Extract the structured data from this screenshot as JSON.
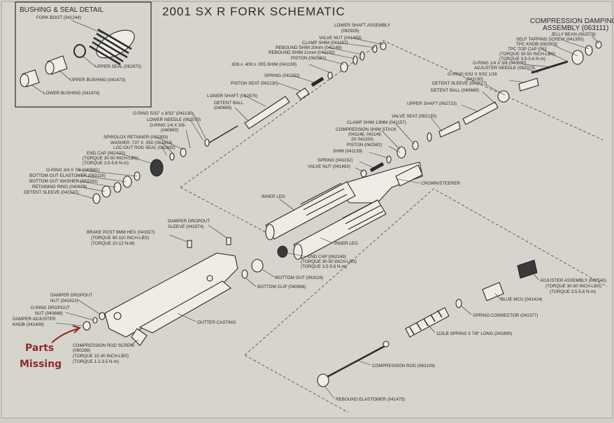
{
  "title": "2001 SX R FORK SCHEMATIC",
  "detail_box_title": "BUSHING & SEAL DETAIL",
  "detail_labels": {
    "fork_boot": "FORK BOOT (041244)",
    "upper_seal": "UPPER SEAL (062972)",
    "upper_bushing": "UPPER BUSHING (041473)",
    "lower_bushing": "LOWER BUSHING (041474)"
  },
  "lower_shaft_assembly": [
    "LOWER SHAFT ASSEMBLY",
    "(062929)"
  ],
  "compression_damping_assembly": [
    "COMPRESSION DAMPING",
    "ASSEMBLY (063111)"
  ],
  "labels": {
    "valve_nut_top": "VALVE NUT (041483)",
    "clamp_shim_top": "CLAMP SHIM (041157)",
    "rebound_shim_20": "REBOUND SHIM 20mm (041149)",
    "rebound_shim_21": "REBOUND SHIM 21mm (041150)",
    "piston_top": "PISTON (062582)",
    "shim_826": ".826 x .409 x .005 SHIM (041139)",
    "spring_top": "SPRING (041152)",
    "piston_seat": "PISTON SEAT (062130)",
    "lower_shaft": "LOWER SHAFT (062970)",
    "detent_ball_top": [
      "DETENT BALL",
      "(040689)"
    ],
    "oring_532": "O-RING 5/32\" x 9/32\" (041130)",
    "lower_needle": "LOWER NEEDLE (062570)",
    "oring_14_38_top": [
      "O-RING 1/4 X 3/8-",
      "(040690)"
    ],
    "spirolox": "SPIROLOX RETAINER (062393)",
    "washer_737": "WASHER .737 X .550 (062413)",
    "locout_rod_seal": "LOC-OUT ROD SEAL (062392)",
    "end_cap_top": "END CAP (062422)",
    "end_cap_top_torque": [
      "(TORQUE 30-50 INCH-LBS)",
      "(TORQUE 3.5-5.6 N-m)"
    ],
    "oring_34": "O-RING 3/4 X 7/8 (040681)",
    "bottom_out_elastomer": "BOTTOM OUT ELASTOMER (063116)",
    "bottom_out_washer": "BOTTOM OUT WASHER (063181)",
    "retaining_ring": "RETAINING RING (040679)",
    "detent_sleeve_left": "DETENT SLEEVE (041527)",
    "jelly_bean": "JELLY BEAN (062578)",
    "self_tapping_screw": "SELF TAPPING SCREW (041350)",
    "tpc_knob": "TPC KNOB (062503)",
    "tpc_top_cap": "TPC TOP CAP (062",
    "tpc_top_cap_torque": [
      "(TORQUE 30-50 INCH-LBS)",
      "(TORQUE 3.5-5.6 N-m)"
    ],
    "oring_14_38_right": "O-RING 1/4 X 3/8 (040690)",
    "adjuster_needle": "ADJUSTER NEEDLE (062073)",
    "oring_532_right": [
      "O-RING 5/32 X 9/32 1/16",
      "(041130)"
    ],
    "detent_sleeve_right": "DETENT SLEEVE (041527)",
    "detent_ball_right": "DETENT BALL (040689)",
    "upper_shaft": "UPPER SHAFT (062723)",
    "valve_seat": "VALVE SEAT (062130)",
    "clamp_shim_13": "CLAMP SHIM 13MM (041157)",
    "compression_shim_stack": [
      "COMPRESSION SHIM STACK",
      "(041148, 041149,",
      "2X 041150)"
    ],
    "piston_mid": "PISTON (062582)",
    "shim_mid": "SHIM (041139)",
    "spring_mid": "SPRING (041152)",
    "valve_nut_mid": "VALVE NUT (041483)",
    "crown_steerer": "CROWN/STEERER",
    "inner_leg_1": "INNER LEG",
    "inner_leg_2": "INNER LEG",
    "brake_post": [
      "BRAKE POST 9MM HEX (041927)",
      "(TORQUE 90-110 INCH-LBS)",
      "(TORQUE 10-12 N-M)"
    ],
    "damper_dropout_sleeve": [
      "DAMPER DROPOUT",
      "SLEEVE (041574)"
    ],
    "end_cap_mid": "END CAP (062249)",
    "end_cap_mid_torque": [
      "(TORQUE 30-50 INCH-LBS)",
      "(TORQUE 3.5-5.6 N-m)"
    ],
    "bottom_out": "BOTTOM OUT (063116)",
    "bottom_clip": "BOTTOM CLIP (040988)",
    "damper_dropout_nut": [
      "DAMPER DROPOUT",
      "NUT (041822)"
    ],
    "oring_dropout": [
      "O-RING DROPOUT",
      "NUT (040688)"
    ],
    "damper_adjuster_knob": [
      "DAMPER ADJUSTER",
      "KNOB (041408)"
    ],
    "outter_casting": "OUTTER CASTING",
    "compression_rod_screw": "COMPRESSION ROD SCREW",
    "compression_rod_screw_details": [
      "(060288)",
      "(TORQUE 10-30 INCH-LBS)",
      "(TORQUE 1.2-3.5 N-m)"
    ],
    "adjuster_assembly": [
      "ADJUSTER ASSEMBLY (062540)",
      "(TORQUE 30-50 INCH-LBS)",
      "(TORQUE 3.5-5.6 N-m)"
    ],
    "blue_mcu": "BLUE MCU (041424)",
    "spring_connector": "SPRING CONNECTOR (041377)",
    "spring_110lb": "110LB SPRING 5 7/8\" LONG (041890)",
    "compression_rod": "COMPRESSION ROD (063109)",
    "rebound_elastomer": "REBOUND ELASTOMER (041475)"
  },
  "annotation": [
    "Parts",
    "Missing"
  ]
}
